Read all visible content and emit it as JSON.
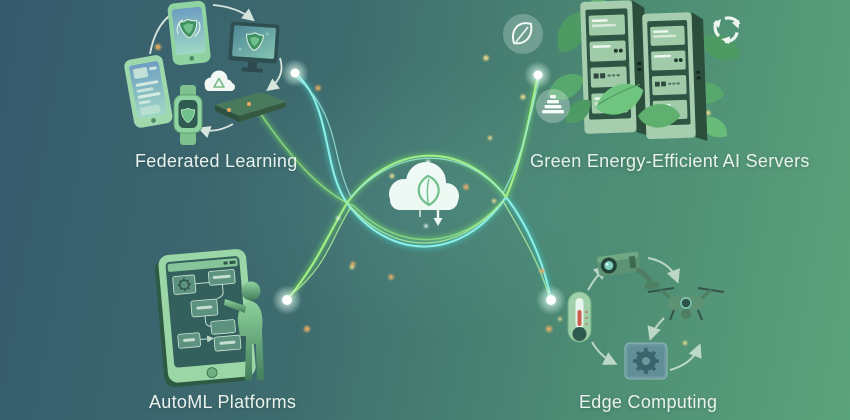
{
  "labels": {
    "federated_learning": "Federated Learning",
    "green_servers": "Green Energy-Efficient AI Servers",
    "automl_platforms": "AutoML Platforms",
    "edge_computing": "Edge Computing"
  },
  "hub": {
    "icon": "eco-cloud-icon",
    "connects": [
      "federated_learning",
      "green_servers",
      "automl_platforms",
      "edge_computing"
    ]
  },
  "icons": {
    "hub": "eco-cloud-icon",
    "federated_learning": [
      "smartphone-icon",
      "shield-icon",
      "monitor-icon",
      "laptop-icon",
      "smartwatch-icon",
      "sync-cloud-icon",
      "cycle-arrows-icon"
    ],
    "green_servers": [
      "server-tower-icon",
      "server-tower-icon",
      "leaf-badge-icon",
      "recycle-icon",
      "energy-efficiency-icon",
      "leaf-decoration"
    ],
    "automl_platforms": [
      "tablet-icon",
      "flowchart-icon",
      "gear-icon",
      "person-icon"
    ],
    "edge_computing": [
      "security-camera-icon",
      "drone-icon",
      "chip-gear-icon",
      "thermometer-icon",
      "cycle-arrows-icon"
    ]
  },
  "colors": {
    "background_left": "#36596d",
    "background_right": "#5ba37b",
    "line_cyan": "#8ceee6",
    "line_green": "#a5ef85",
    "particle_orange": "#e0a964",
    "particle_yellow": "#f2dc8f",
    "label_text": "#e9f2ec",
    "icon_white": "#f8fbf8"
  }
}
